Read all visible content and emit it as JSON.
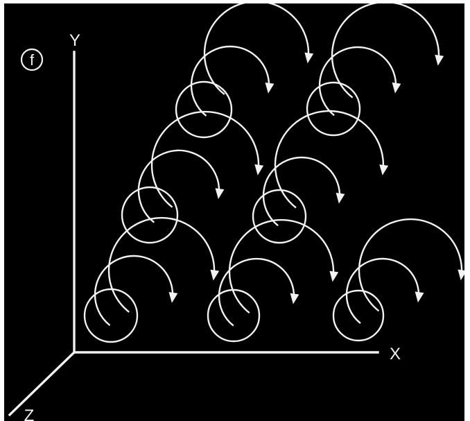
{
  "panel_label": "f",
  "axes": {
    "x": "X",
    "y": "Y",
    "z": "Z"
  },
  "colors": {
    "background": "#000000",
    "stroke": "#f2f2f2"
  },
  "clusters": [
    {
      "name": "bottom-left"
    },
    {
      "name": "bottom-middle"
    },
    {
      "name": "bottom-right"
    },
    {
      "name": "middle-left"
    },
    {
      "name": "middle-right"
    },
    {
      "name": "top-left"
    },
    {
      "name": "top-right"
    }
  ]
}
